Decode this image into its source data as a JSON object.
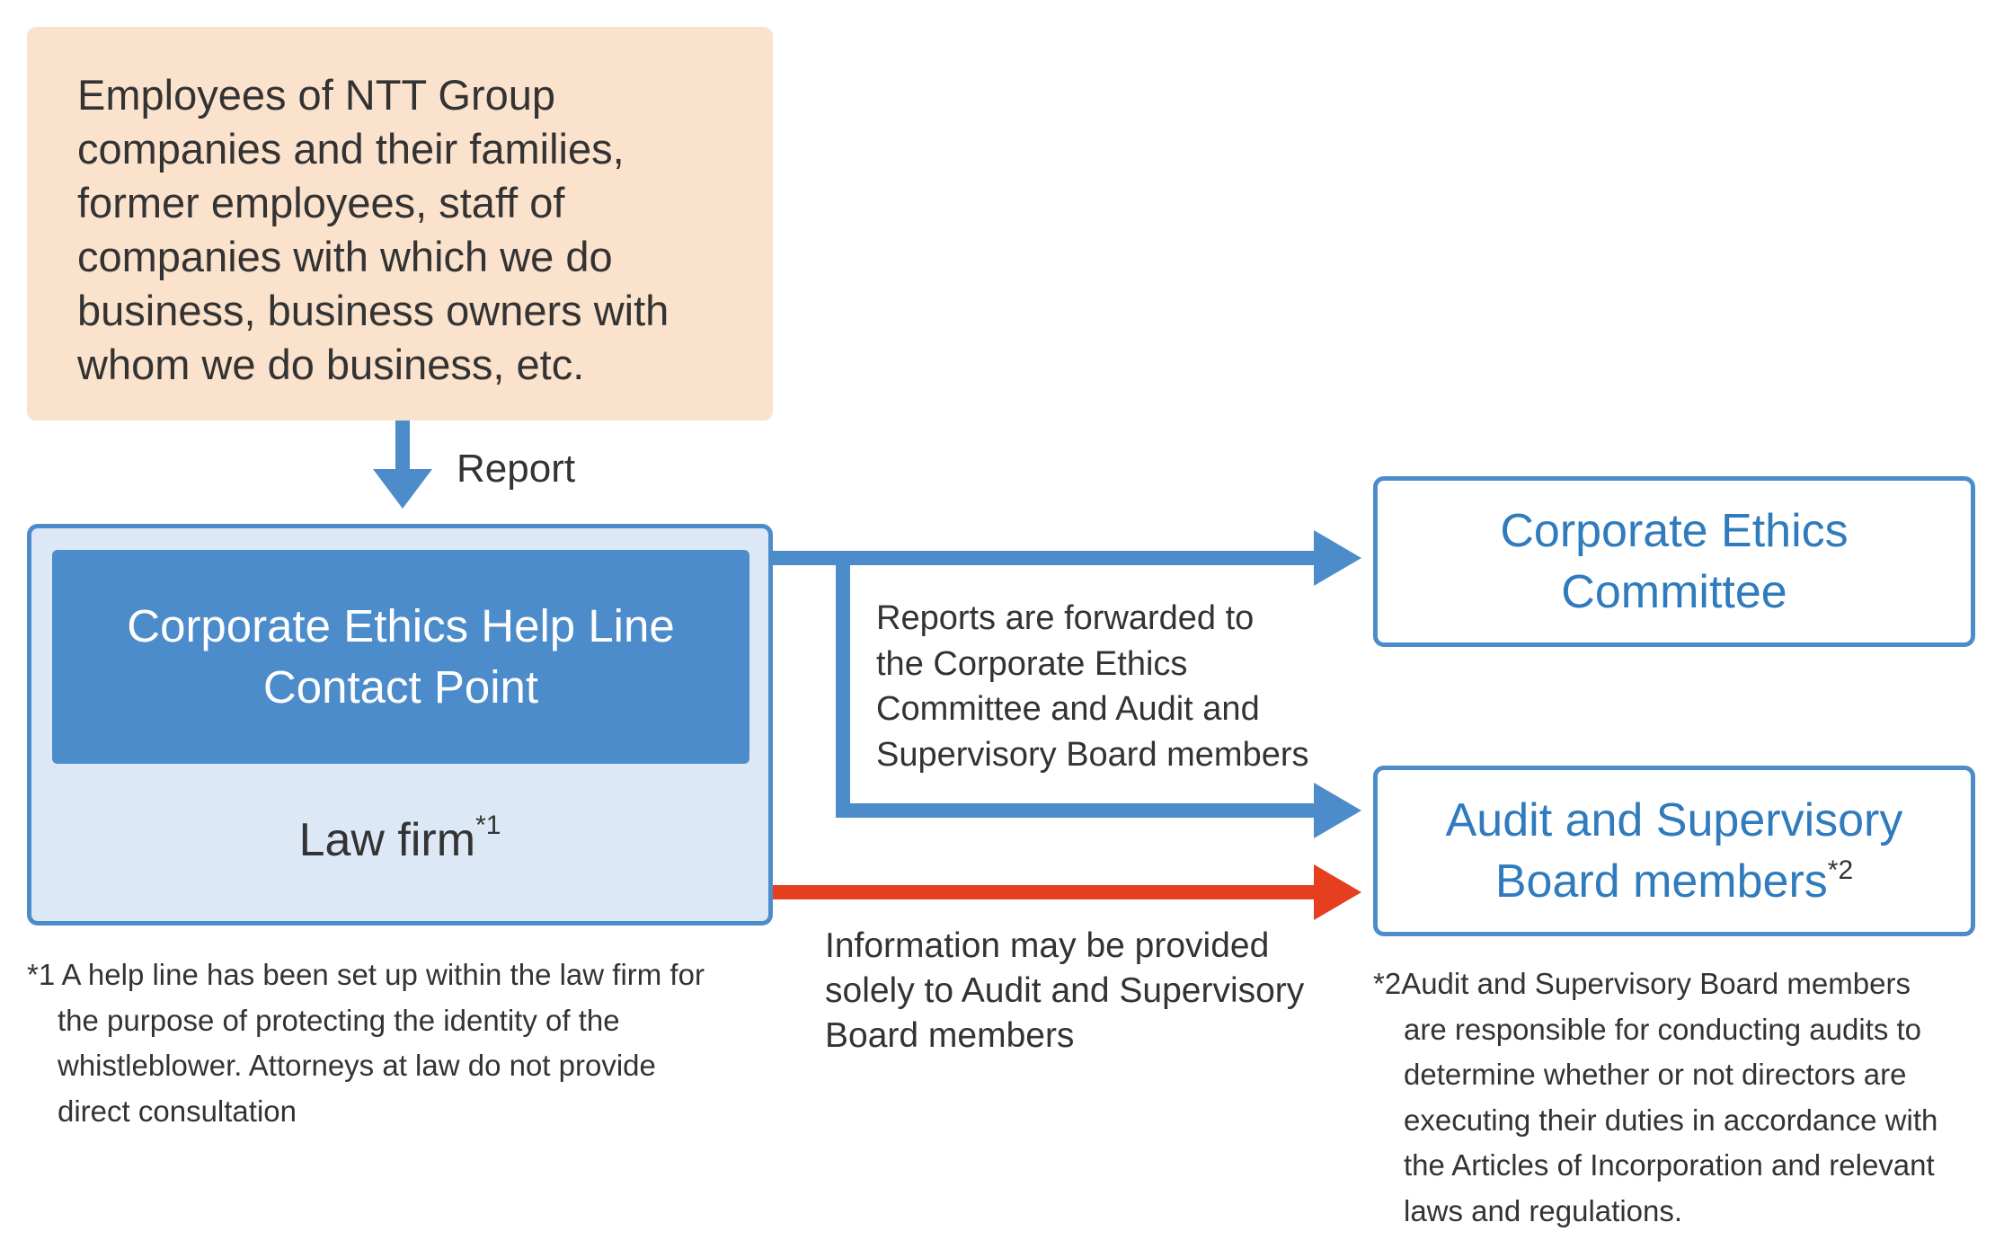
{
  "reporter": {
    "lines": [
      "Employees of NTT Group",
      "companies and their families,",
      "former employees, staff of",
      "companies with which we do",
      "business, business owners with",
      "whom we do business, etc."
    ]
  },
  "report_label": "Report",
  "contact_point": {
    "title_lines": [
      "Corporate Ethics Help Line",
      "Contact Point"
    ],
    "law_firm": "Law firm",
    "law_firm_mark": "*1"
  },
  "committee": {
    "title_lines": [
      "Corporate Ethics",
      "Committee"
    ]
  },
  "audit_board": {
    "title_line1": "Audit and Supervisory",
    "title_line2": "Board members",
    "mark": "*2"
  },
  "forward_note": {
    "lines": [
      "Reports are forwarded to",
      "the Corporate Ethics",
      "Committee and Audit and",
      "Supervisory Board members"
    ]
  },
  "info_note": {
    "lines": [
      "Information may be provided",
      "solely to Audit and Supervisory",
      "Board members"
    ]
  },
  "footnote1": {
    "lines": [
      "*1 A help line has been set up within the law firm for",
      "the purpose of protecting the identity of the",
      "whistleblower. Attorneys at law do not provide",
      "direct consultation"
    ]
  },
  "footnote2": {
    "lines": [
      "*2Audit and Supervisory Board members",
      "are responsible for conducting audits to",
      "determine whether or not directors are",
      "executing their duties in accordance with",
      "the Articles of Incorporation and relevant",
      "laws and regulations."
    ]
  },
  "colors": {
    "reporter_fill": "#fbe2cc",
    "blue": "#4d8ccb",
    "light_blue": "#dce8f5",
    "red": "#e63f20",
    "dest_text": "#2f7bbd"
  }
}
